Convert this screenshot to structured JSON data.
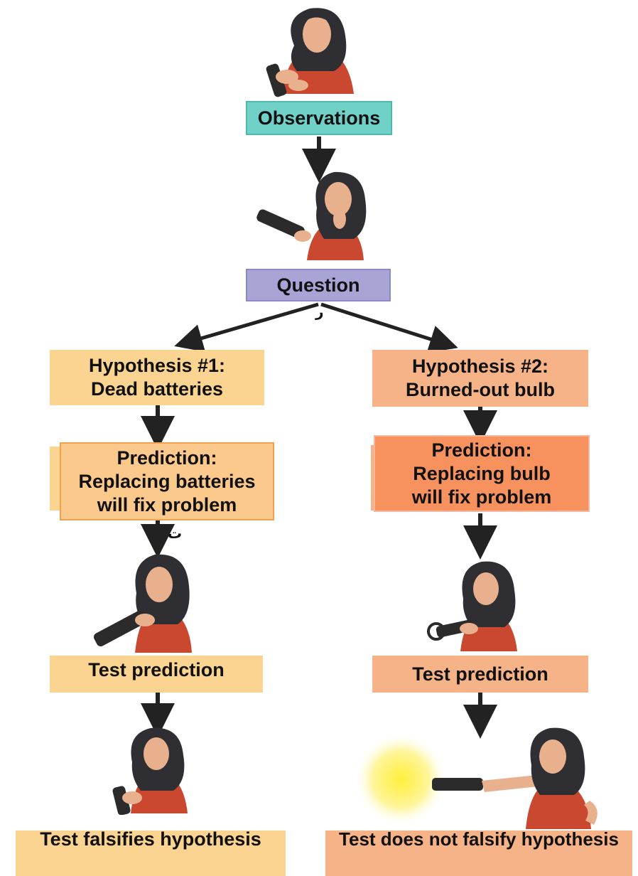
{
  "diagram": {
    "observations_label": "Observations",
    "question_label": "Question",
    "left": {
      "hypothesis_title": "Hypothesis #1:",
      "hypothesis_text": "Dead batteries",
      "prediction_title": "Prediction:",
      "prediction_line1": "Replacing batteries",
      "prediction_line2": "will fix problem",
      "test_label": "Test prediction",
      "result_label": "Test falsifies hypothesis"
    },
    "right": {
      "hypothesis_title": "Hypothesis #2:",
      "hypothesis_text": "Burned-out bulb",
      "prediction_title": "Prediction:",
      "prediction_line1": "Replacing bulb",
      "prediction_line2": "will fix problem",
      "test_label": "Test prediction",
      "result_label": "Test does not falsify hypothesis"
    },
    "stray_glyph_1": "ر",
    "stray_glyph_2": "ت"
  },
  "colors": {
    "observations_fill": "#6fd1c8",
    "question_fill": "#a9a4d6",
    "left_light": "#fbd491",
    "left_prediction": "#fcc98c",
    "right_light": "#f5b387",
    "right_prediction": "#f7925f",
    "arrow": "#222222",
    "dress": "#c9482f",
    "hair": "#2e2e33",
    "skin": "#e9b08d",
    "flashlight": "#2b2b2b",
    "beam": "#ffef3a"
  }
}
